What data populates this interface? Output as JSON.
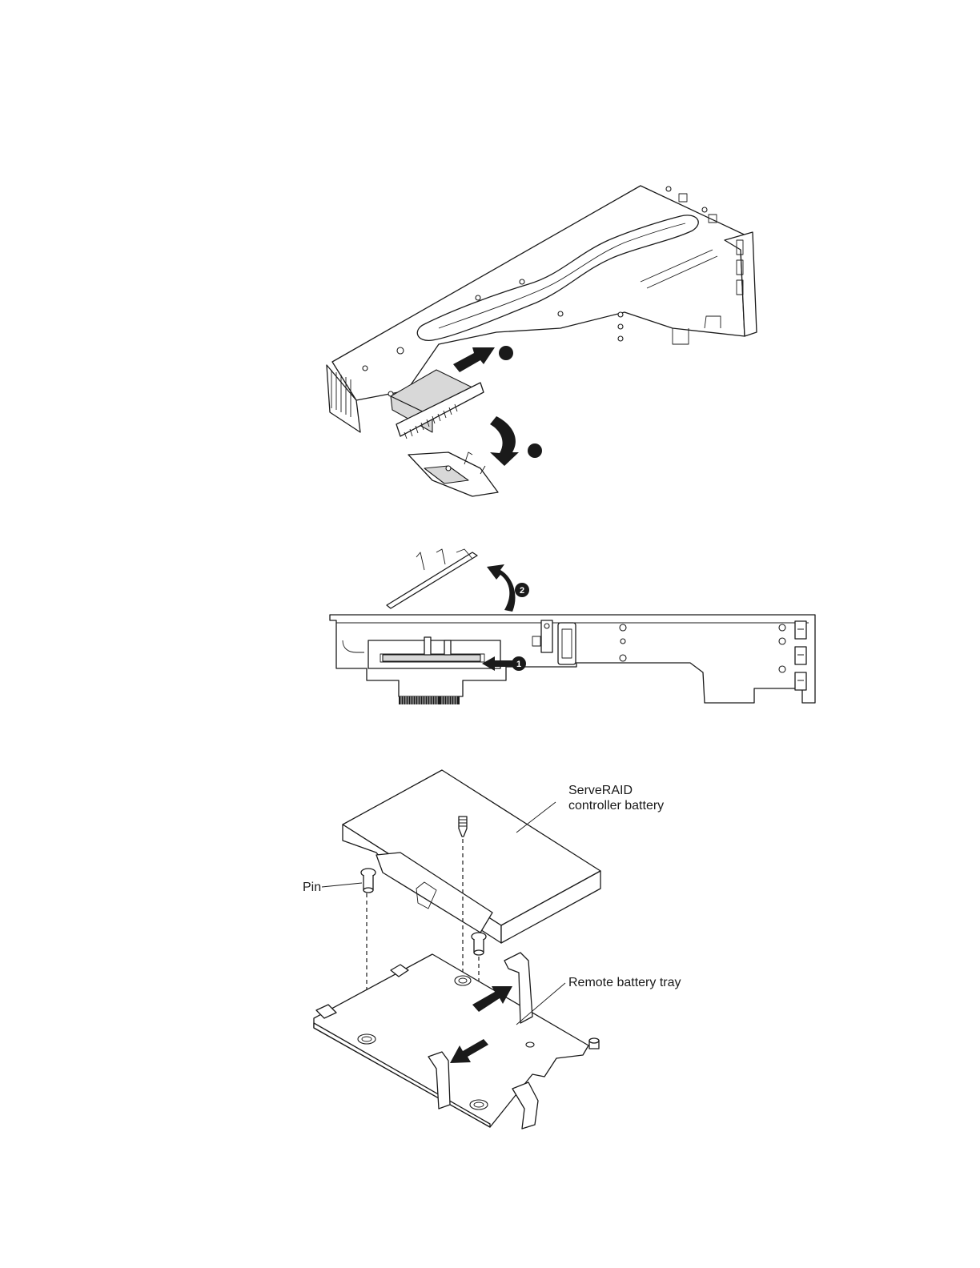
{
  "figure1": {
    "callout_1": "",
    "callout_2": ""
  },
  "figure2": {
    "callout_1": "1",
    "callout_2": "2"
  },
  "figure3": {
    "label_battery_line1": "ServeRAID",
    "label_battery_line2": "controller battery",
    "label_pin": "Pin",
    "label_tray": "Remote battery tray"
  }
}
